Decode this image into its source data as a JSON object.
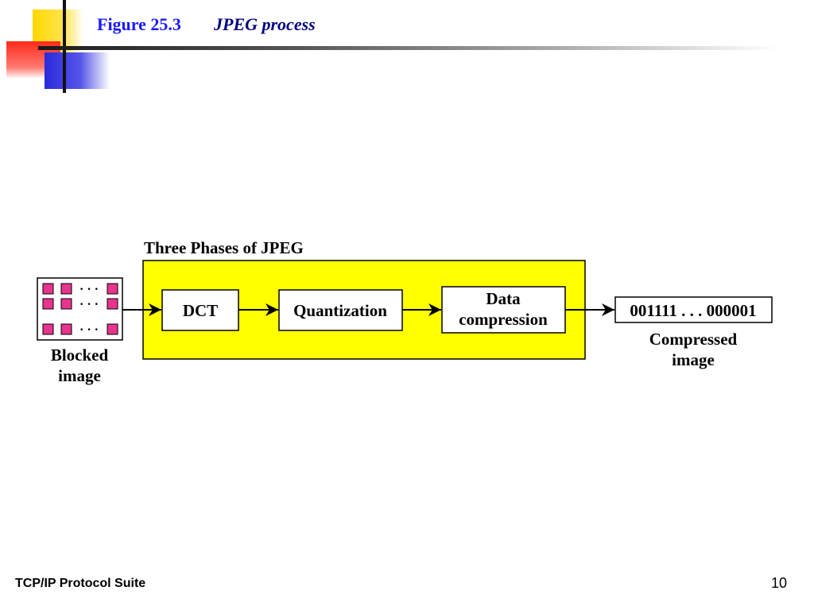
{
  "slide": {
    "figure_label": "Figure 25.3",
    "figure_title": "JPEG process",
    "footer_left": "TCP/IP Protocol Suite",
    "page_number": "10"
  },
  "diagram": {
    "group_label": "Three Phases of JPEG",
    "input_label_line1": "Blocked",
    "input_label_line2": "image",
    "block_dots": "· · ·",
    "steps": [
      "DCT",
      "Quantization"
    ],
    "step3_line1": "Data",
    "step3_line2": "compression",
    "output_value": "001111 . . . 000001",
    "output_label_line1": "Compressed",
    "output_label_line2": "image",
    "colors": {
      "group_fill": "#ffff00",
      "block_fill": "#e8348c",
      "title_blue": "#1a1aff"
    }
  }
}
